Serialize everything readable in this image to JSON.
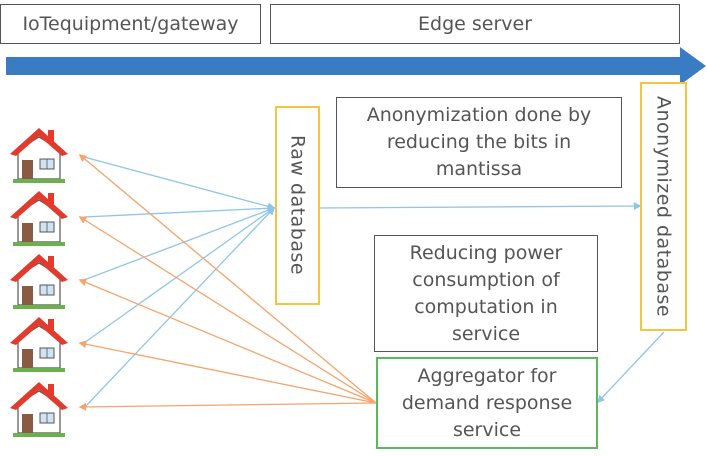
{
  "labels": {
    "iot": "IoTequipment/gateway",
    "edge": "Edge server",
    "raw_db": "Raw database",
    "anon_db": "Anonymized database",
    "anon_method": "Anonymization done by\nreducing the bits in\nmantissa",
    "power": "Reducing power\nconsumption of\ncomputation in\nservice",
    "aggregator": "Aggregator for\ndemand response\nservice"
  },
  "icons": [
    "house-icon",
    "house-icon",
    "house-icon",
    "house-icon",
    "house-icon"
  ],
  "colors": {
    "timeline_arrow": "#3a7cc4",
    "upload_arrows": "#8fc5e8",
    "response_arrows": "#f5a46b",
    "database_border": "#f5c542",
    "aggregator_border": "#5cb85c",
    "box_border": "#555555",
    "roof": "#e23b2e",
    "house_wall": "#ffffff"
  }
}
